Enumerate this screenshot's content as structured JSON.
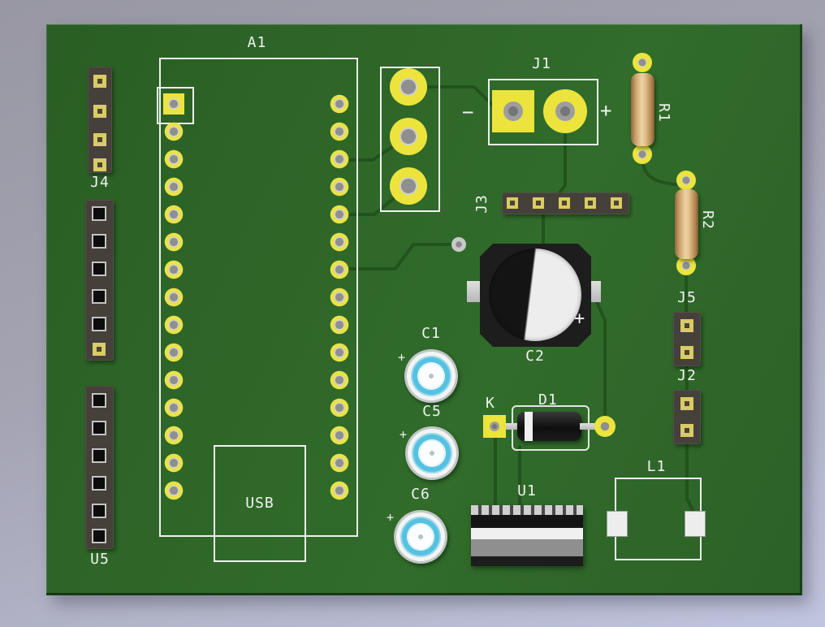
{
  "colors": {
    "background_top": "#9897a3",
    "background_bottom": "#c0c4dd",
    "board_green": "#2e6428",
    "silkscreen_white": "#f2f2f2",
    "pad_yellow": "#ece43c",
    "hole_gray": "#8f8f8f",
    "header_body": "#46403a",
    "resistor_tan": "#e2c18a",
    "capacitor_ring_cyan": "#55c2e2",
    "diode_body": "#141414",
    "trace_green": "#1f4e1a"
  },
  "labels": {
    "a1": "A1",
    "j4": "J4",
    "u5": "U5",
    "usb": "USB",
    "j1": "J1",
    "j1_minus": "−",
    "j1_plus": "+",
    "j3": "J3",
    "r1": "R1",
    "r2": "R2",
    "j5": "J5",
    "j2": "J2",
    "c1": "C1",
    "c1_plus": "+",
    "c5": "C5",
    "c5_plus": "+",
    "c6": "C6",
    "c6_plus": "+",
    "c2": "C2",
    "c2_plus": "+",
    "d1": "D1",
    "d1_cathode": "K",
    "u1": "U1",
    "l1": "L1"
  }
}
